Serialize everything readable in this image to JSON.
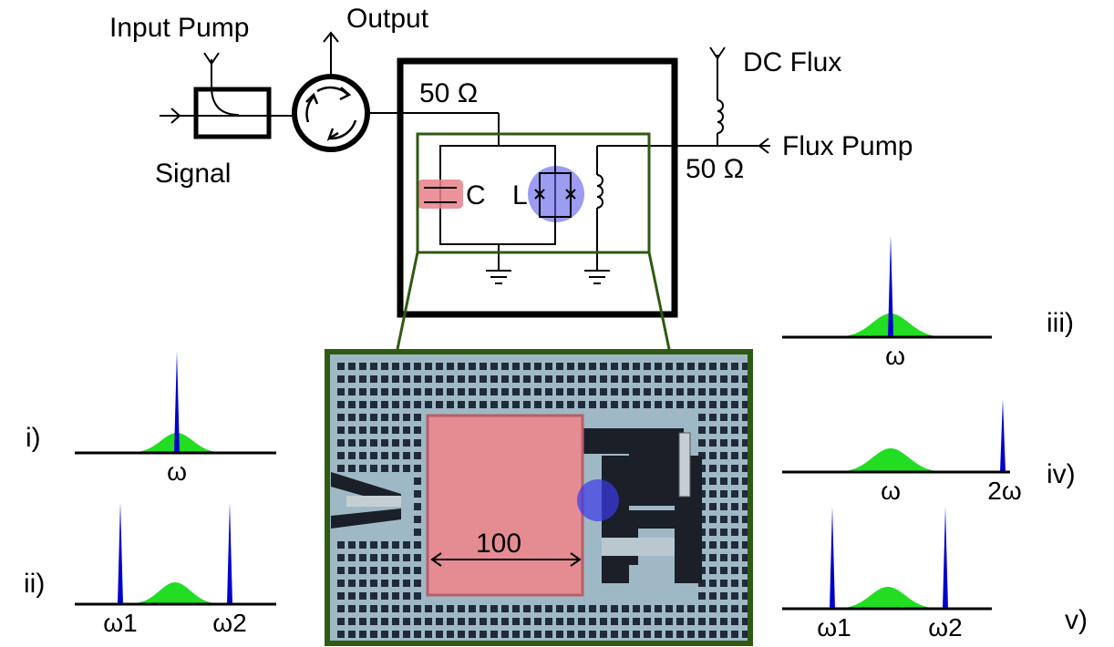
{
  "circuit": {
    "input_pump": "Input Pump",
    "output": "Output",
    "signal": "Signal",
    "impedance_left": "50 Ω",
    "dc_flux": "DC Flux",
    "flux_pump": "Flux Pump",
    "impedance_right": "50 Ω",
    "capacitor": "C",
    "inductor": "L"
  },
  "micrograph": {
    "scale_label": "100"
  },
  "spectra": [
    {
      "id": "i",
      "label": "i)",
      "ticks": [
        "ω"
      ]
    },
    {
      "id": "ii",
      "label": "ii)",
      "ticks": [
        "ω1",
        "ω2"
      ]
    },
    {
      "id": "iii",
      "label": "iii)",
      "ticks": [
        "ω"
      ]
    },
    {
      "id": "iv",
      "label": "iv)",
      "ticks": [
        "ω",
        "2ω"
      ]
    },
    {
      "id": "v",
      "label": "v)",
      "ticks": [
        "ω1",
        "ω2"
      ]
    }
  ],
  "colors": {
    "capacitor": "#e8808a",
    "junction": "#5a5ae8",
    "spectrum_broad": "#22dd22",
    "spectrum_peak": "#0000cc",
    "frame": "#2f5a12",
    "chip_bg": "#9fb8c6",
    "chip_metal": "#1a1f28"
  }
}
